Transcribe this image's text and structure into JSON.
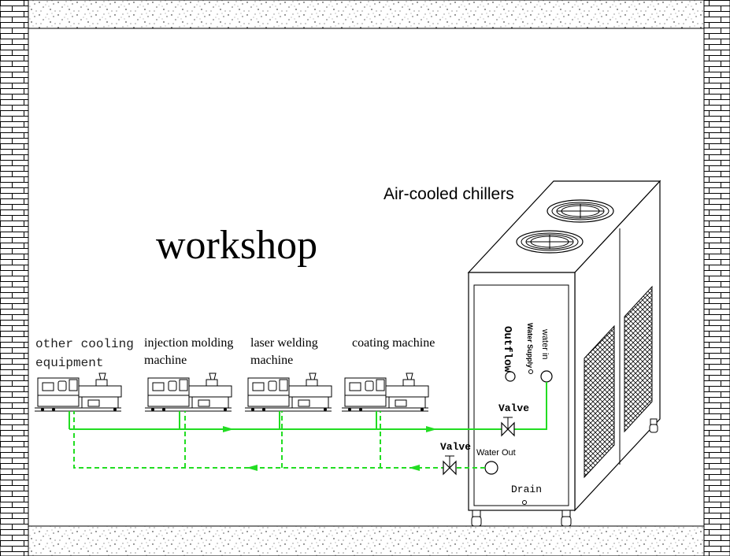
{
  "diagram": {
    "room_label": "workshop",
    "chiller_label": "Air-cooled chillers",
    "machines": [
      {
        "label_line1": "other cooling",
        "label_line2": "equipment"
      },
      {
        "label_line1": "injection molding",
        "label_line2": "machine"
      },
      {
        "label_line1": "laser welding",
        "label_line2": "machine"
      },
      {
        "label_line1": "coating machine",
        "label_line2": ""
      }
    ],
    "chiller_panel": {
      "water_in": "water in",
      "water_supply": "Water Supply",
      "outflow": "Outflow",
      "water_out": "Water Out",
      "drain": "Drain"
    },
    "valves": {
      "supply_valve": "Valve",
      "return_valve": "Valve"
    },
    "colors": {
      "pipe": "#22dd22",
      "line": "#000000",
      "background": "#ffffff"
    }
  }
}
